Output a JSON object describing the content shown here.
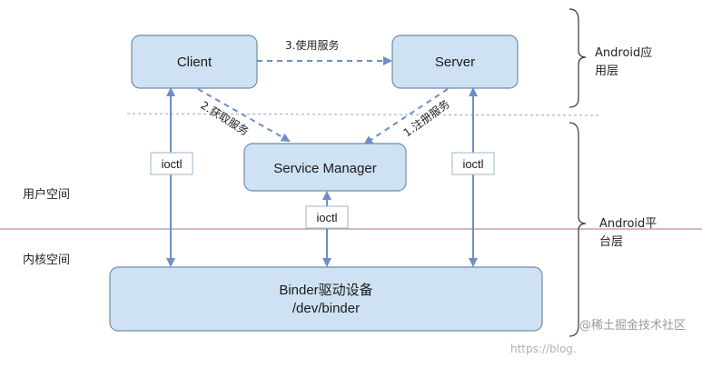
{
  "nodes": {
    "client": "Client",
    "server": "Server",
    "service_manager": "Service Manager",
    "binder_driver_line1": "Binder驱动设备",
    "binder_driver_line2": "/dev/binder"
  },
  "edges": {
    "use_service": "3.使用服务",
    "get_service": "2.获取服务",
    "register_service": "1.注册服务",
    "ioctl_client": "ioctl",
    "ioctl_service_manager": "ioctl",
    "ioctl_server": "ioctl"
  },
  "regions": {
    "user_space": "用户空间",
    "kernel_space": "内核空间",
    "android_app_layer_line1": "Android应",
    "android_app_layer_line2": "用层",
    "android_platform_layer_line1": "Android平",
    "android_platform_layer_line2": "台层"
  },
  "watermark": {
    "url_text": "https://blog.",
    "brand": "@稀土掘金技术社区"
  },
  "colors": {
    "node_fill": "#cfe2f3",
    "arrow": "#6b8fc7"
  }
}
